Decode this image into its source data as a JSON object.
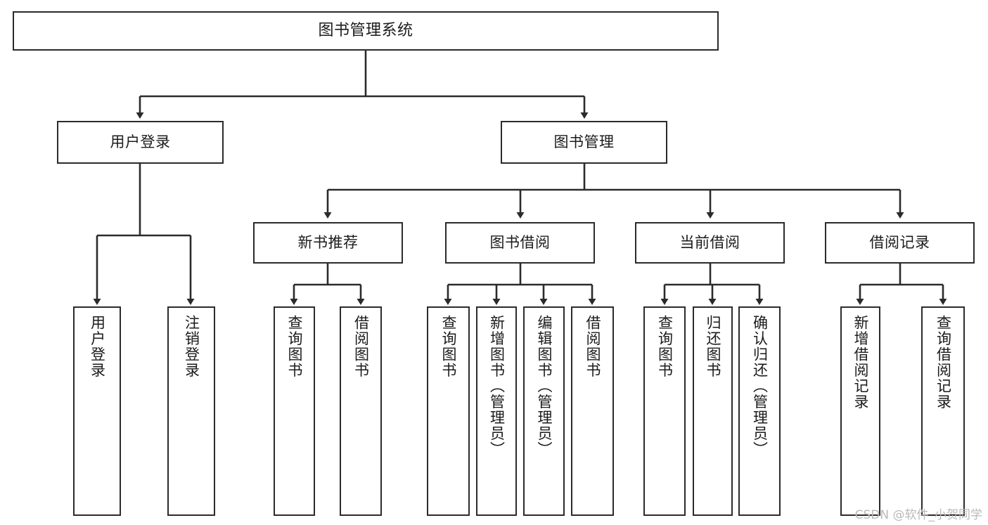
{
  "diagram": {
    "title": "图书管理系统",
    "watermark": "CSDN @软件_小贺同学",
    "line_color": "#2b2b2b",
    "box_fill": "#ffffff",
    "text_color": "#1b1b1b",
    "watermark_color": "#b9b9b9"
  },
  "nodes": {
    "root": {
      "label": "图书管理系统"
    },
    "level1": [
      {
        "label": "用户登录"
      },
      {
        "label": "图书管理"
      }
    ],
    "level2": [
      {
        "label": "新书推荐"
      },
      {
        "label": "图书借阅"
      },
      {
        "label": "当前借阅"
      },
      {
        "label": "借阅记录"
      }
    ],
    "leaves": {
      "user_login": [
        {
          "label": "用户登录"
        },
        {
          "label": "注销登录"
        }
      ],
      "new_book_recommend": [
        {
          "label": "查询图书"
        },
        {
          "label": "借阅图书"
        }
      ],
      "book_borrow": [
        {
          "label": "查询图书"
        },
        {
          "label": "新增图书（管理员）"
        },
        {
          "label": "编辑图书（管理员）"
        },
        {
          "label": "借阅图书"
        }
      ],
      "current_borrow": [
        {
          "label": "查询图书"
        },
        {
          "label": "归还图书"
        },
        {
          "label": "确认归还（管理员）"
        }
      ],
      "borrow_record": [
        {
          "label": "新增借阅记录"
        },
        {
          "label": "查询借阅记录"
        }
      ]
    }
  }
}
